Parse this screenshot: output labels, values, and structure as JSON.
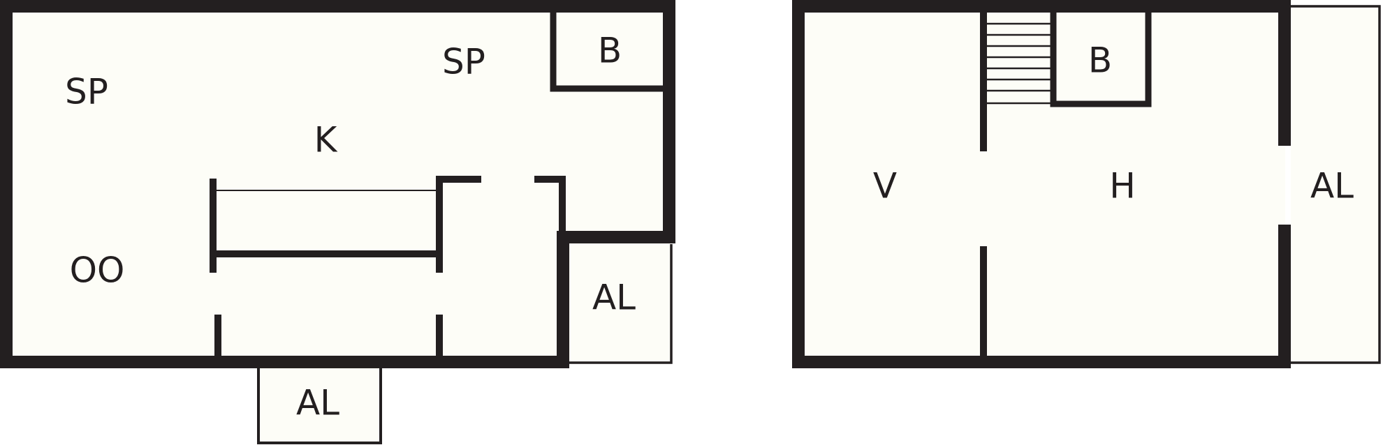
{
  "colors": {
    "wall": "#231f20",
    "floor": "#fdfdf7",
    "background": "#ffffff"
  },
  "plans": {
    "left": {
      "labels": {
        "sp_left": "SP",
        "sp_right": "SP",
        "b": "B",
        "k": "K",
        "oo": "OO",
        "al_right": "AL",
        "al_bottom": "AL"
      }
    },
    "right": {
      "labels": {
        "v": "V",
        "b": "B",
        "h": "H",
        "al": "AL"
      }
    }
  }
}
